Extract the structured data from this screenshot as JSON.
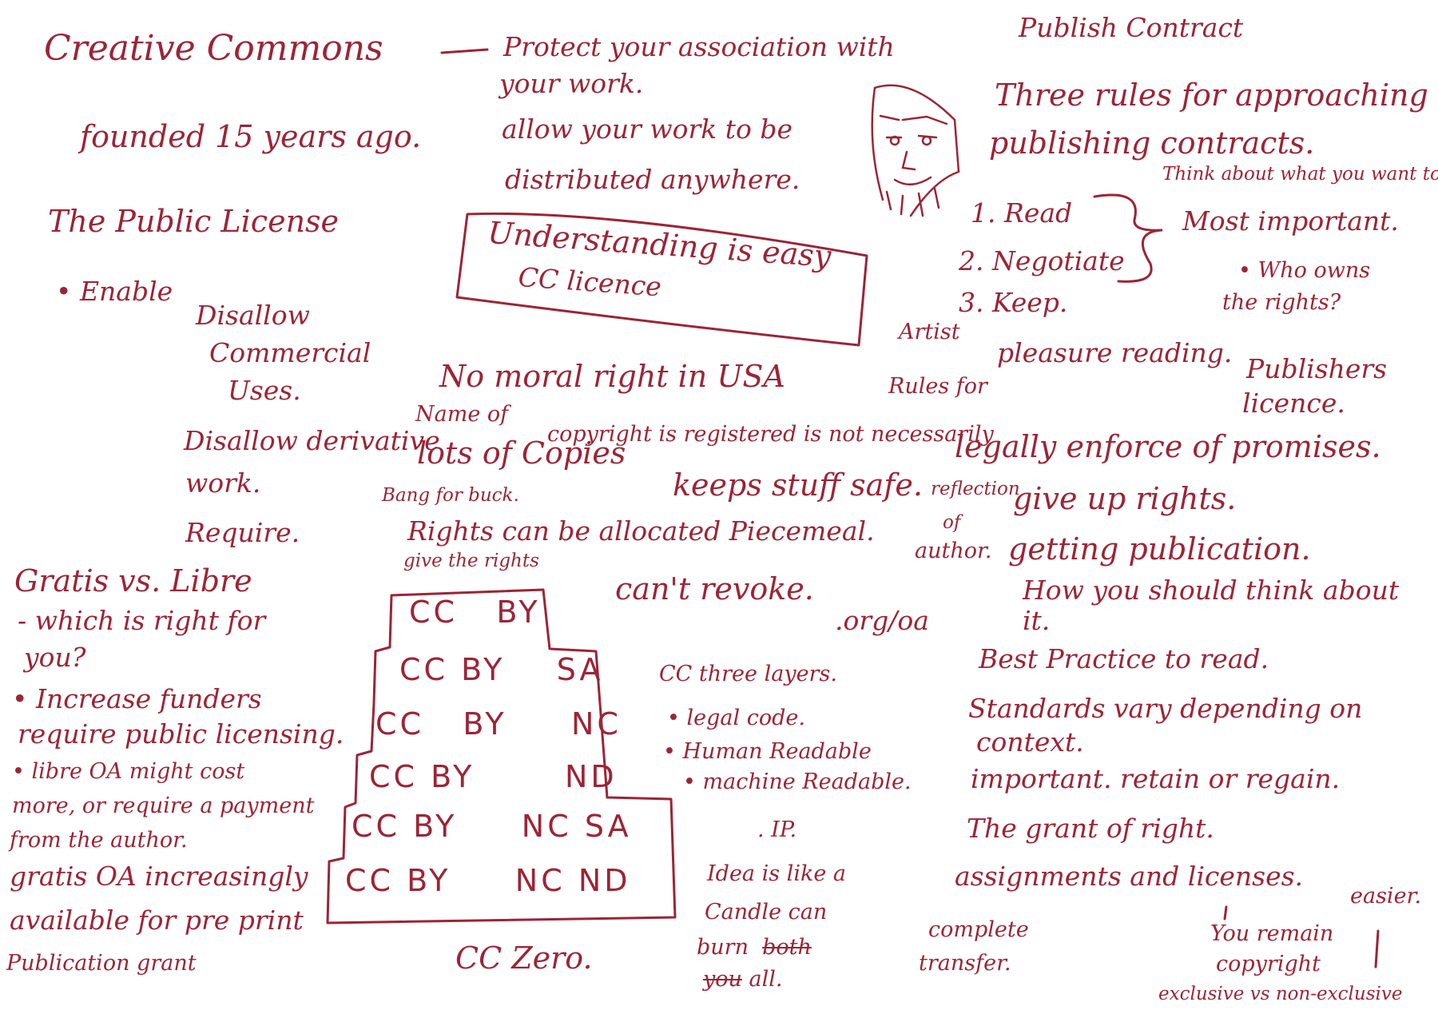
{
  "colors": {
    "ink": "#9b2536",
    "background": "#ffffff"
  },
  "heading": "Creative Commons",
  "founded": "founded 15 years ago.",
  "protect_line1": "Protect your association with",
  "protect_line2": "your work.",
  "allow_line1": "allow your work to be",
  "allow_line2": "distributed anywhere.",
  "publish_contract": "Publish Contract",
  "public_license": "The Public License",
  "enable": "• Enable",
  "understanding_box": {
    "line1": "Understanding is easy",
    "line2": "CC licence"
  },
  "three_rules_line1": "Three rules for approaching",
  "three_rules_line2": "publishing contracts.",
  "think_about": "Think about what you want to do",
  "most_important": "Most important.",
  "rules_list": [
    "1. Read",
    "2. Negotiate",
    "3. Keep."
  ],
  "who_owns_line1": "• Who owns",
  "who_owns_line2": "the rights?",
  "disallow_commercial": [
    "Disallow",
    "Commercial",
    "Uses."
  ],
  "artist": "Artist",
  "pleasure_reading": "pleasure reading.",
  "publishers_licence_line1": "Publishers",
  "publishers_licence_line2": "licence.",
  "rules_for": "Rules for",
  "no_moral_right": "No moral right in USA",
  "name_of": "Name of",
  "copyright_registered": "copyright is registered is not necessarily",
  "legally_enforce": "legally enforce of promises.",
  "disallow_derivative_line1": "Disallow derivative",
  "disallow_derivative_line2": "work.",
  "lots_of_copies": "lots of Copies",
  "keeps_stuff_safe": "keeps stuff safe.",
  "reflection": "reflection",
  "of_author_line1": "of",
  "of_author_line2": "author.",
  "give_up_rights": "give up rights.",
  "bang_for_buck": "Bang for buck.",
  "require": "Require.",
  "rights_piecemeal": "Rights can be allocated Piecemeal.",
  "getting_publication": "getting publication.",
  "give_the_rights": "give the rights",
  "gratis_libre": "Gratis vs. Libre",
  "which_right": "- which is right for",
  "you": "you?",
  "cant_revoke": "can't revoke.",
  "org_oa": ".org/oa",
  "how_you_think_line1": "How you should think about",
  "how_you_think_line2": "it.",
  "cc_stack": [
    [
      "CC",
      "BY"
    ],
    [
      "CC",
      "BY",
      "SA"
    ],
    [
      "CC",
      "BY",
      "NC"
    ],
    [
      "CC",
      "BY",
      "ND"
    ],
    [
      "CC",
      "BY",
      "NC",
      "SA"
    ],
    [
      "CC",
      "BY",
      "NC",
      "ND"
    ]
  ],
  "cc_three_layers": "CC three layers.",
  "best_practice": "Best Practice to read.",
  "layers": [
    "• legal code.",
    "• Human Readable",
    "• machine Readable."
  ],
  "increase_funders": "• Increase funders",
  "require_public": "require public licensing.",
  "standards_vary_line1": "Standards vary depending on",
  "standards_vary_line2": "context.",
  "libre_oa_line1": "• libre OA might cost",
  "libre_oa_line2": "more, or require a payment",
  "libre_oa_line3": "from the author.",
  "important_retain": "important. retain or regain.",
  "ip": ". IP.",
  "grant_of_right": "The grant of right.",
  "gratis_oa_line1": "gratis OA increasingly",
  "gratis_oa_line2": "available for pre print",
  "publication_grant": "Publication grant",
  "idea_candle_line1": "Idea is like a",
  "idea_candle_line2": "Candle can",
  "idea_candle_line3a": "burn",
  "idea_candle_line3b": "both",
  "idea_candle_line4a": "you",
  "idea_candle_line4b": "all.",
  "assignments_licenses": "assignments and licenses.",
  "easier": "easier.",
  "complete_transfer_line1": "complete",
  "complete_transfer_line2": "transfer.",
  "you_remain_line1": "You remain",
  "you_remain_line2": "copyright",
  "exclusive_vs": "exclusive vs non-exclusive",
  "cc_zero": "CC Zero."
}
